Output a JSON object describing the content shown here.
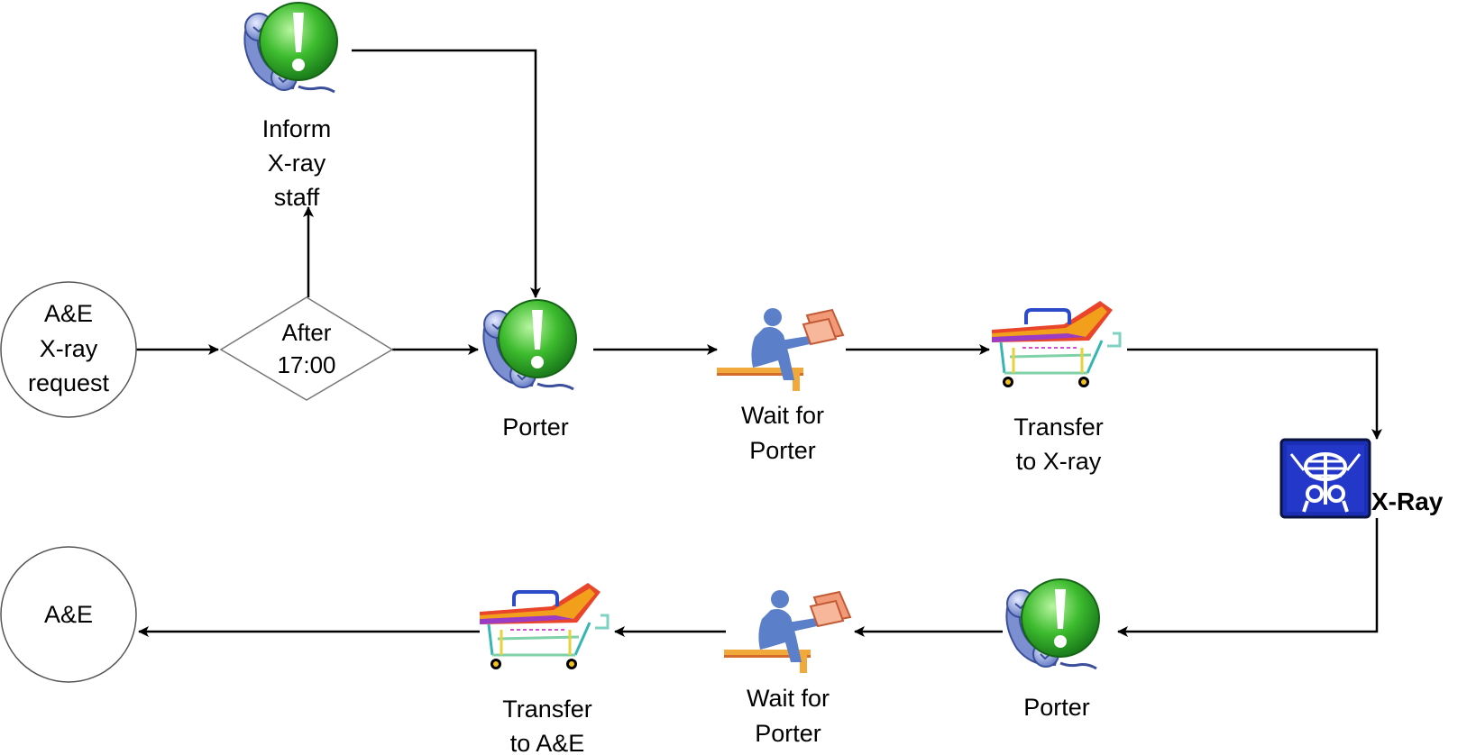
{
  "nodes": {
    "start": {
      "line1": "A&E",
      "line2": "X-ray",
      "line3": "request"
    },
    "decision": {
      "line1": "After",
      "line2": "17:00"
    },
    "inform": {
      "line1": "Inform",
      "line2": "X-ray",
      "line3": "staff"
    },
    "porter_top": {
      "label": "Porter"
    },
    "wait_top": {
      "line1": "Wait for",
      "line2": "Porter"
    },
    "transfer_top": {
      "line1": "Transfer",
      "line2": "to X-ray"
    },
    "xray": {
      "label": "X-Ray"
    },
    "porter_bottom": {
      "label": "Porter"
    },
    "wait_bottom": {
      "line1": "Wait for",
      "line2": "Porter"
    },
    "transfer_bottom": {
      "line1": "Transfer",
      "line2": "to A&E"
    },
    "end": {
      "label": "A&E"
    }
  },
  "icons": {
    "phone": "phone-alert-icon",
    "waiting": "seated-person-icon",
    "stretcher": "stretcher-icon",
    "xray": "xray-skeleton-icon"
  },
  "colors": {
    "line": "#000000",
    "alert_green": "#2aa82a",
    "phone_blue": "#6f86c9",
    "person_blue": "#5b7fc8",
    "xray_bg": "#1a2fb5"
  }
}
